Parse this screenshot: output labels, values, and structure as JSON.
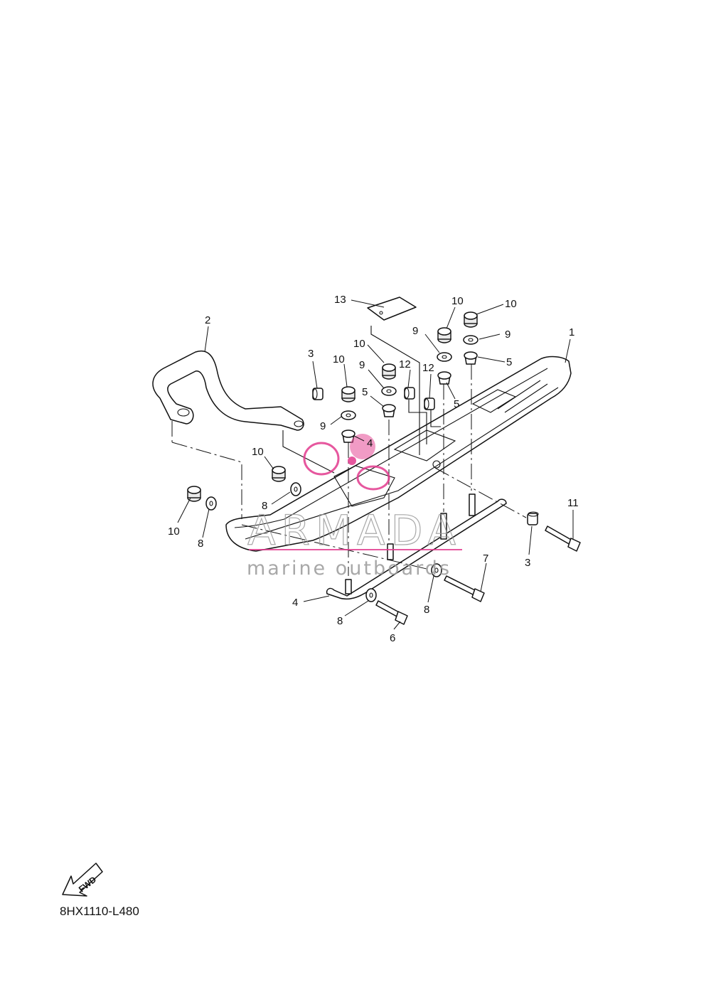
{
  "diagram_code": "8HX1110-L480",
  "fwd_label": "FWD",
  "watermark": {
    "brand": "ARMADA",
    "tagline": "marine outboards",
    "accent": "#e23a8e"
  },
  "callouts": [
    {
      "id": "c1",
      "text": "1"
    },
    {
      "id": "c2",
      "text": "2"
    },
    {
      "id": "c3a",
      "text": "3"
    },
    {
      "id": "c3b",
      "text": "3"
    },
    {
      "id": "c4",
      "text": "4"
    },
    {
      "id": "c5a",
      "text": "5"
    },
    {
      "id": "c5b",
      "text": "5"
    },
    {
      "id": "c5c",
      "text": "5"
    },
    {
      "id": "c5d",
      "text": "5"
    },
    {
      "id": "c6",
      "text": "6"
    },
    {
      "id": "c7",
      "text": "7"
    },
    {
      "id": "c8a",
      "text": "8"
    },
    {
      "id": "c8b",
      "text": "8"
    },
    {
      "id": "c8c",
      "text": "8"
    },
    {
      "id": "c8d",
      "text": "8"
    },
    {
      "id": "c9a",
      "text": "9"
    },
    {
      "id": "c9b",
      "text": "9"
    },
    {
      "id": "c9c",
      "text": "9"
    },
    {
      "id": "c9d",
      "text": "9"
    },
    {
      "id": "c10a",
      "text": "10"
    },
    {
      "id": "c10b",
      "text": "10"
    },
    {
      "id": "c10c",
      "text": "10"
    },
    {
      "id": "c10d",
      "text": "10"
    },
    {
      "id": "c10e",
      "text": "10"
    },
    {
      "id": "c10f",
      "text": "10"
    },
    {
      "id": "c11",
      "text": "11"
    },
    {
      "id": "c12a",
      "text": "12"
    },
    {
      "id": "c12b",
      "text": "12"
    },
    {
      "id": "c13",
      "text": "13"
    }
  ]
}
